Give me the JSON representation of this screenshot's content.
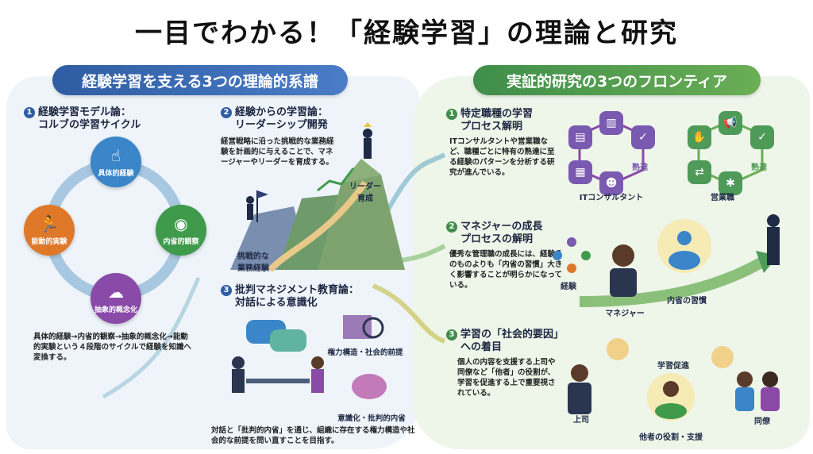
{
  "title": "一目でわかる！「経験学習」の理論と研究",
  "left": {
    "banner": "経験学習を支える3つの理論的系譜",
    "kolb": {
      "number": "1",
      "heading_line1": "経験学習モデル論：",
      "heading_line2": "コルブの学習サイクル",
      "stages": [
        {
          "label": "具体的経験",
          "icon": "hand-pointer-icon",
          "color": "#3a86c8"
        },
        {
          "label": "内省的観察",
          "icon": "eye-icon",
          "color": "#3f9a4c"
        },
        {
          "label": "抽象的概念化",
          "icon": "thought-bubble-icon",
          "color": "#8a4aa8"
        },
        {
          "label": "能動的実験",
          "icon": "running-person-icon",
          "color": "#e0782a"
        }
      ],
      "description": "具体的経験→内省的観察→抽象的概念化→能動的実験という４段階のサイクルで経験を知識へ変換する。"
    },
    "leadership": {
      "number": "2",
      "heading_line1": "経験からの学習論：",
      "heading_line2": "リーダーシップ開発",
      "description": "経営戦略に沿った挑戦的な業務経験を計画的に与えることで、マネージャーやリーダーを育成する。",
      "label_start_line1": "挑戦的な",
      "label_start_line2": "業務経験",
      "label_goal_line1": "リーダー",
      "label_goal_line2": "育成"
    },
    "critical": {
      "number": "3",
      "heading_line1": "批判マネジメント教育論：",
      "heading_line2": "対話による意識化",
      "label_power": "権力構造・社会的前提",
      "label_reflection": "意識化・批判的内省",
      "description": "対話と「批判的内省」を通じ、組織に存在する権力構造や社会的な前提を問い直すことを目指す。"
    }
  },
  "right": {
    "banner": "実証的研究の3つのフロンティア",
    "specific": {
      "number": "1",
      "heading_line1": "特定職種の学習",
      "heading_line2": "プロセス解明",
      "description": "ITコンサルタントや営業職など、職種ごとに特有の熟達に至る経験のパターンを分析する研究が進んでいる。",
      "job1": "ITコンサルタント",
      "job2": "営業職",
      "badge": "熟達"
    },
    "manager": {
      "number": "2",
      "heading_line1": "マネジャーの成長",
      "heading_line2": "プロセスの解明",
      "description": "優秀な管理職の成長には、経験そのものよりも「内省の習慣」大きく影響することが明らかになっている。",
      "label_experience": "経験",
      "label_manager": "マネジャー",
      "label_habit": "内省の習慣"
    },
    "social": {
      "number": "3",
      "heading_line1": "学習の「社会的要因」",
      "heading_line2": "への着目",
      "description": "個人の内容を支援する上司や同僚など「他者」の役割が、学習を促進する上で重要視されている。",
      "label_promote": "学習促進",
      "label_boss": "上司",
      "label_peer": "同僚",
      "label_others": "他者の役割・支援"
    }
  },
  "colors": {
    "blue": "#2f5da3",
    "green": "#3f8e4a"
  }
}
